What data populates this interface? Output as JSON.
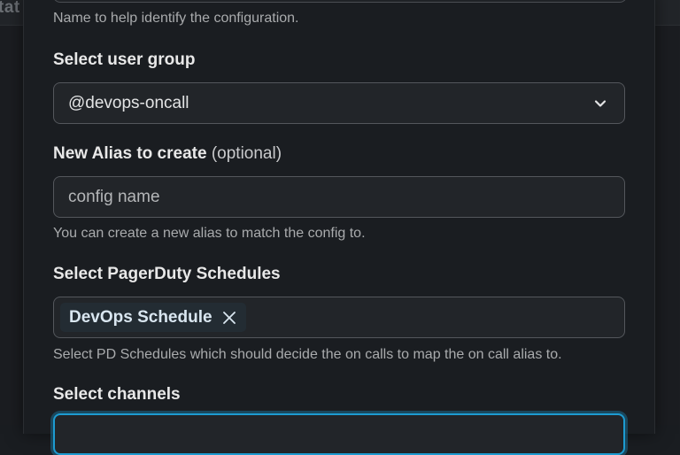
{
  "background": {
    "fragment_text": "tat"
  },
  "form": {
    "name_hint": "Name to help identify the configuration.",
    "user_group": {
      "label": "Select user group",
      "value": "@devops-oncall"
    },
    "alias": {
      "label": "New Alias to create",
      "optional": "(optional)",
      "placeholder": "config name",
      "hint": "You can create a new alias to match the config to."
    },
    "schedules": {
      "label": "Select PagerDuty Schedules",
      "selected": [
        "DevOps Schedule"
      ],
      "hint": "Select PD Schedules which should decide the on calls to map the on call alias to."
    },
    "channels": {
      "label": "Select channels"
    }
  },
  "colors": {
    "focus_ring": "#1d9bd1",
    "chip_bg": "#232c33"
  }
}
